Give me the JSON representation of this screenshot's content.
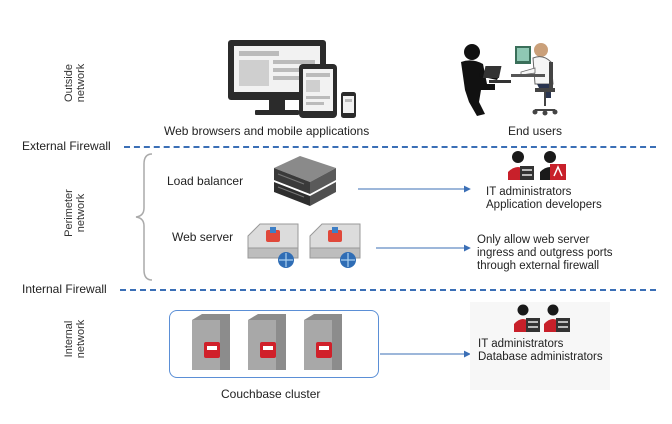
{
  "zones": {
    "outside": [
      "Outside",
      "network"
    ],
    "perimeter": [
      "Perimeter",
      "network"
    ],
    "internal": [
      "Internal",
      "network"
    ]
  },
  "firewalls": {
    "external": "External Firewall",
    "internal": "Internal Firewall"
  },
  "outside": {
    "devices_label": "Web browsers and mobile applications",
    "users_label": "End users"
  },
  "perimeter": {
    "load_balancer": "Load balancer",
    "web_server": "Web server",
    "admins": [
      "IT administrators",
      "Application developers"
    ],
    "note": [
      "Only allow web server",
      "ingress and outgress ports",
      "through external firewall"
    ]
  },
  "internal": {
    "cluster_label": "Couchbase cluster",
    "admins": [
      "IT administrators",
      "Database administrators"
    ]
  },
  "colors": {
    "firewall": "#3b6fb6",
    "arrow": "#3b6fb6",
    "cluster_border": "#5b8fd6",
    "accent_red": "#d0202a"
  }
}
